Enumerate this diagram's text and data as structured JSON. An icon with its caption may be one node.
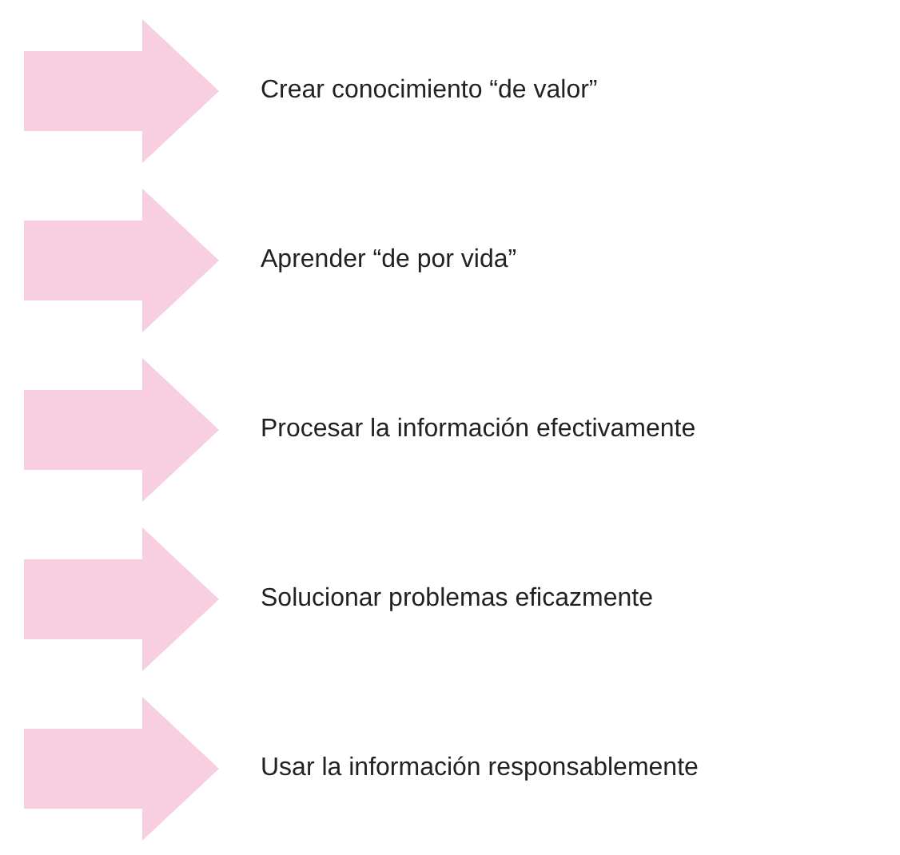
{
  "diagram": {
    "nodes": [
      {
        "text": [],
        "shape": "arrow",
        "beside": [
          "Crear conocimiento “de valor”"
        ]
      },
      {
        "text": [],
        "shape": "arrow",
        "beside": [
          "Aprender “de por vida”"
        ]
      },
      {
        "text": [],
        "shape": "arrow",
        "beside": [
          "Procesar la información efectivamente"
        ]
      },
      {
        "text": [],
        "shape": "arrow",
        "beside": [
          "Solucionar problemas eficazmente"
        ]
      },
      {
        "text": [],
        "shape": "arrow",
        "beside": [
          "Usar la información responsablemente"
        ]
      }
    ]
  }
}
